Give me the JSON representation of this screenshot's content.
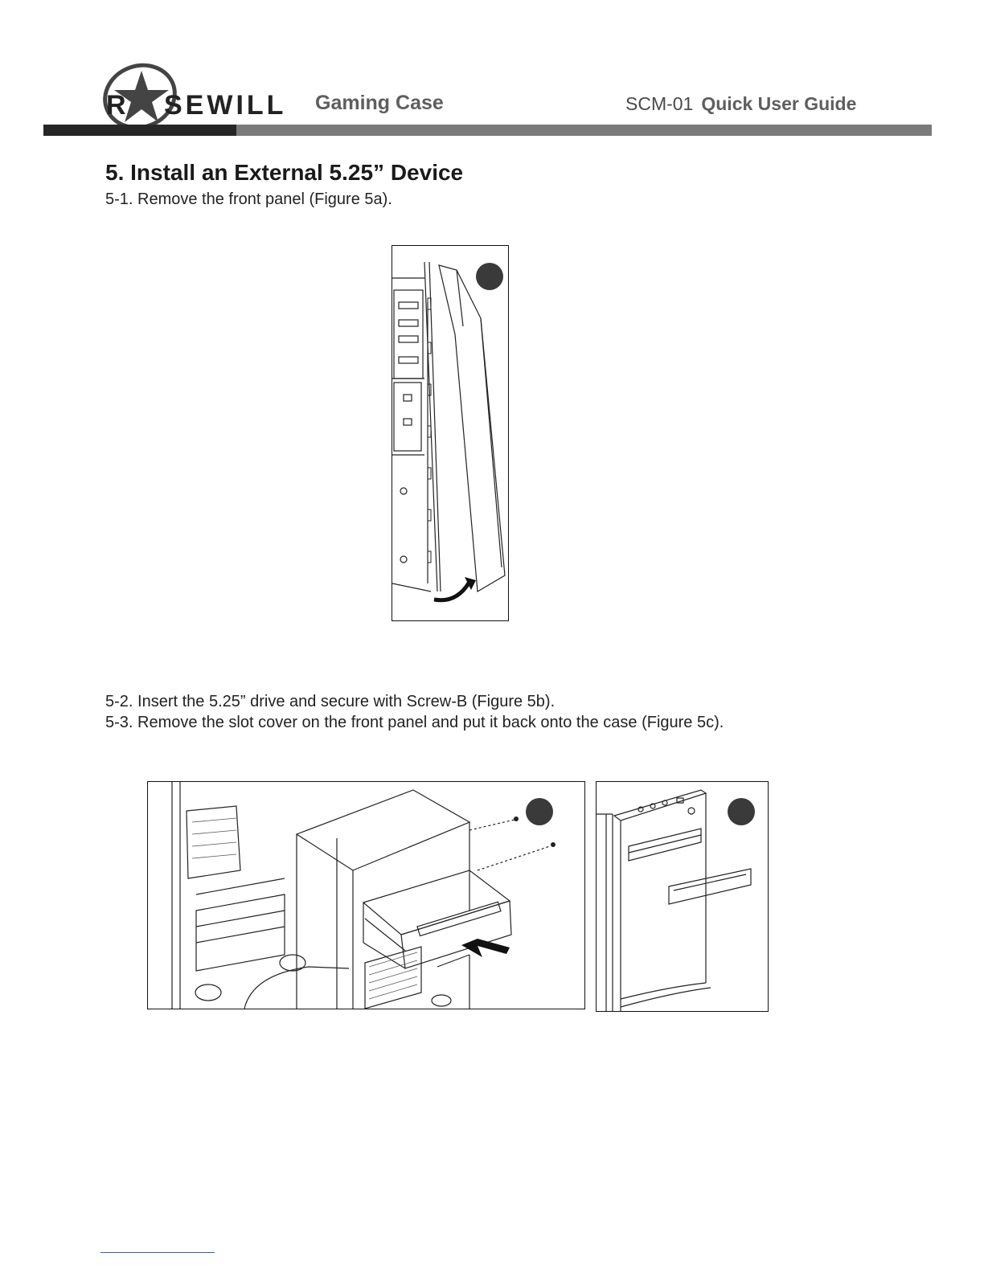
{
  "header": {
    "brand": "ROSEWILL",
    "product": "Gaming Case",
    "model": "SCM-01",
    "guide": "Quick User Guide"
  },
  "section": {
    "title": "5.  Install an External 5.25” Device",
    "steps": [
      {
        "text": "5-1.  Remove the front panel (Figure 5a)."
      },
      {
        "text": "5-2.  Insert the 5.25” drive and secure with Screw-B (Figure 5b)."
      },
      {
        "text": "5-3.  Remove the slot cover on the front panel and put it back onto the case (Figure 5c)."
      }
    ]
  },
  "colors": {
    "header_bar_dark": "#262626",
    "header_bar_light": "#7a7a7a",
    "marker": "#3a3a3a",
    "footer_link": "#2a5bd7"
  }
}
